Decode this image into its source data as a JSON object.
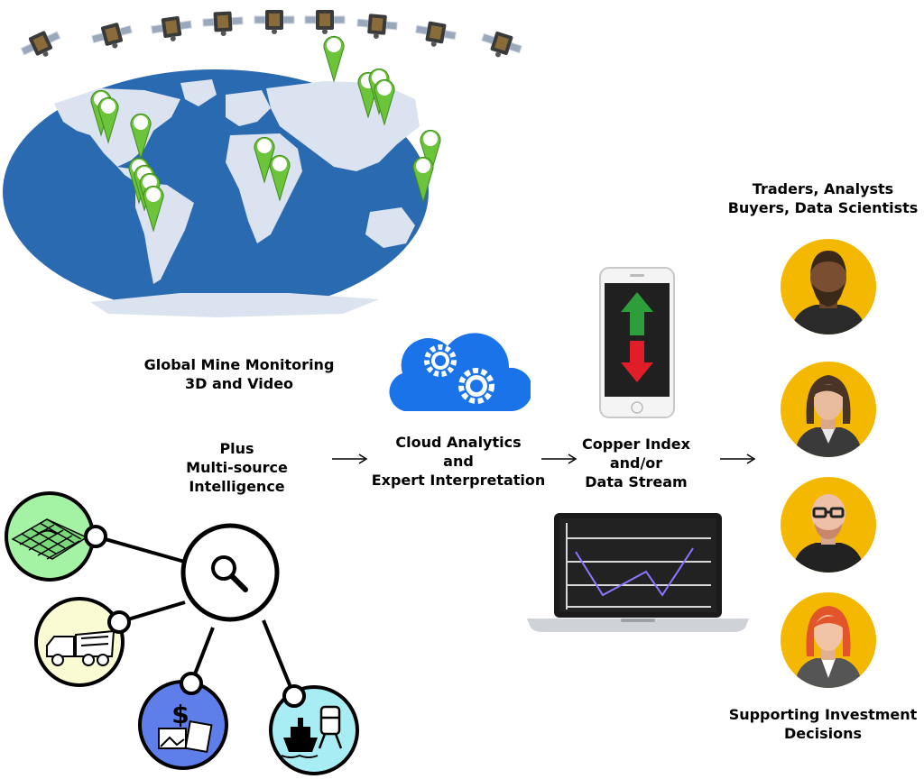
{
  "labels": {
    "monitoring": [
      "Global Mine Monitoring",
      "3D and Video"
    ],
    "intelligence": [
      "Plus",
      "Multi-source",
      "Intelligence"
    ],
    "cloud": [
      "Cloud Analytics",
      "and",
      "Expert Interpretation"
    ],
    "copper": [
      "Copper Index",
      "and/or",
      "Data Stream"
    ],
    "audience": [
      "Traders, Analysts",
      "Buyers, Data Scientists"
    ],
    "outcome": [
      "Supporting Investment",
      "Decisions"
    ]
  },
  "icons": {
    "satellite": "satellite-icon",
    "map_pin": "map-pin-icon",
    "cloud": "cloud-gears-icon",
    "phone": "smartphone-icon",
    "laptop": "laptop-chart-icon",
    "persons": [
      "person-bearded-man-icon",
      "person-woman-dark-hair-icon",
      "person-bald-man-glasses-icon",
      "person-woman-red-hair-icon"
    ],
    "hub": "magnifier-icon",
    "sources": [
      "terrain-mesh-icon",
      "dump-truck-icon",
      "finance-news-icon",
      "ship-train-icon"
    ]
  },
  "colors": {
    "ocean": "#2a6ab0",
    "land": "#dbe3f0",
    "pin": "#6cc43a",
    "cloud": "#1a73e8",
    "avatar": "#f5b800",
    "arrow_up": "#2e9e3a",
    "arrow_down": "#e11d2a",
    "terrain_bg": "#a4f2a4",
    "truck_bg": "#fafbd2",
    "finance_bg": "#5e7fea",
    "transport_bg": "#a8ecf4"
  }
}
